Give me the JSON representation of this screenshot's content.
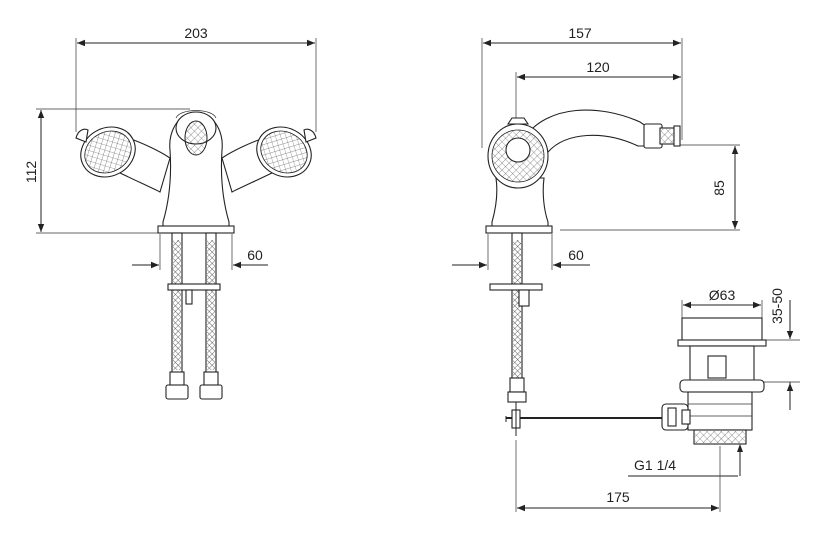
{
  "dimensions": {
    "front_width": "203",
    "front_height": "112",
    "front_base": "60",
    "side_width": "157",
    "side_spout": "120",
    "side_height": "85",
    "side_base": "60",
    "waste_diameter": "Ø63",
    "waste_range": "35-50",
    "waste_thread": "G1 1/4",
    "rod_length": "175"
  }
}
